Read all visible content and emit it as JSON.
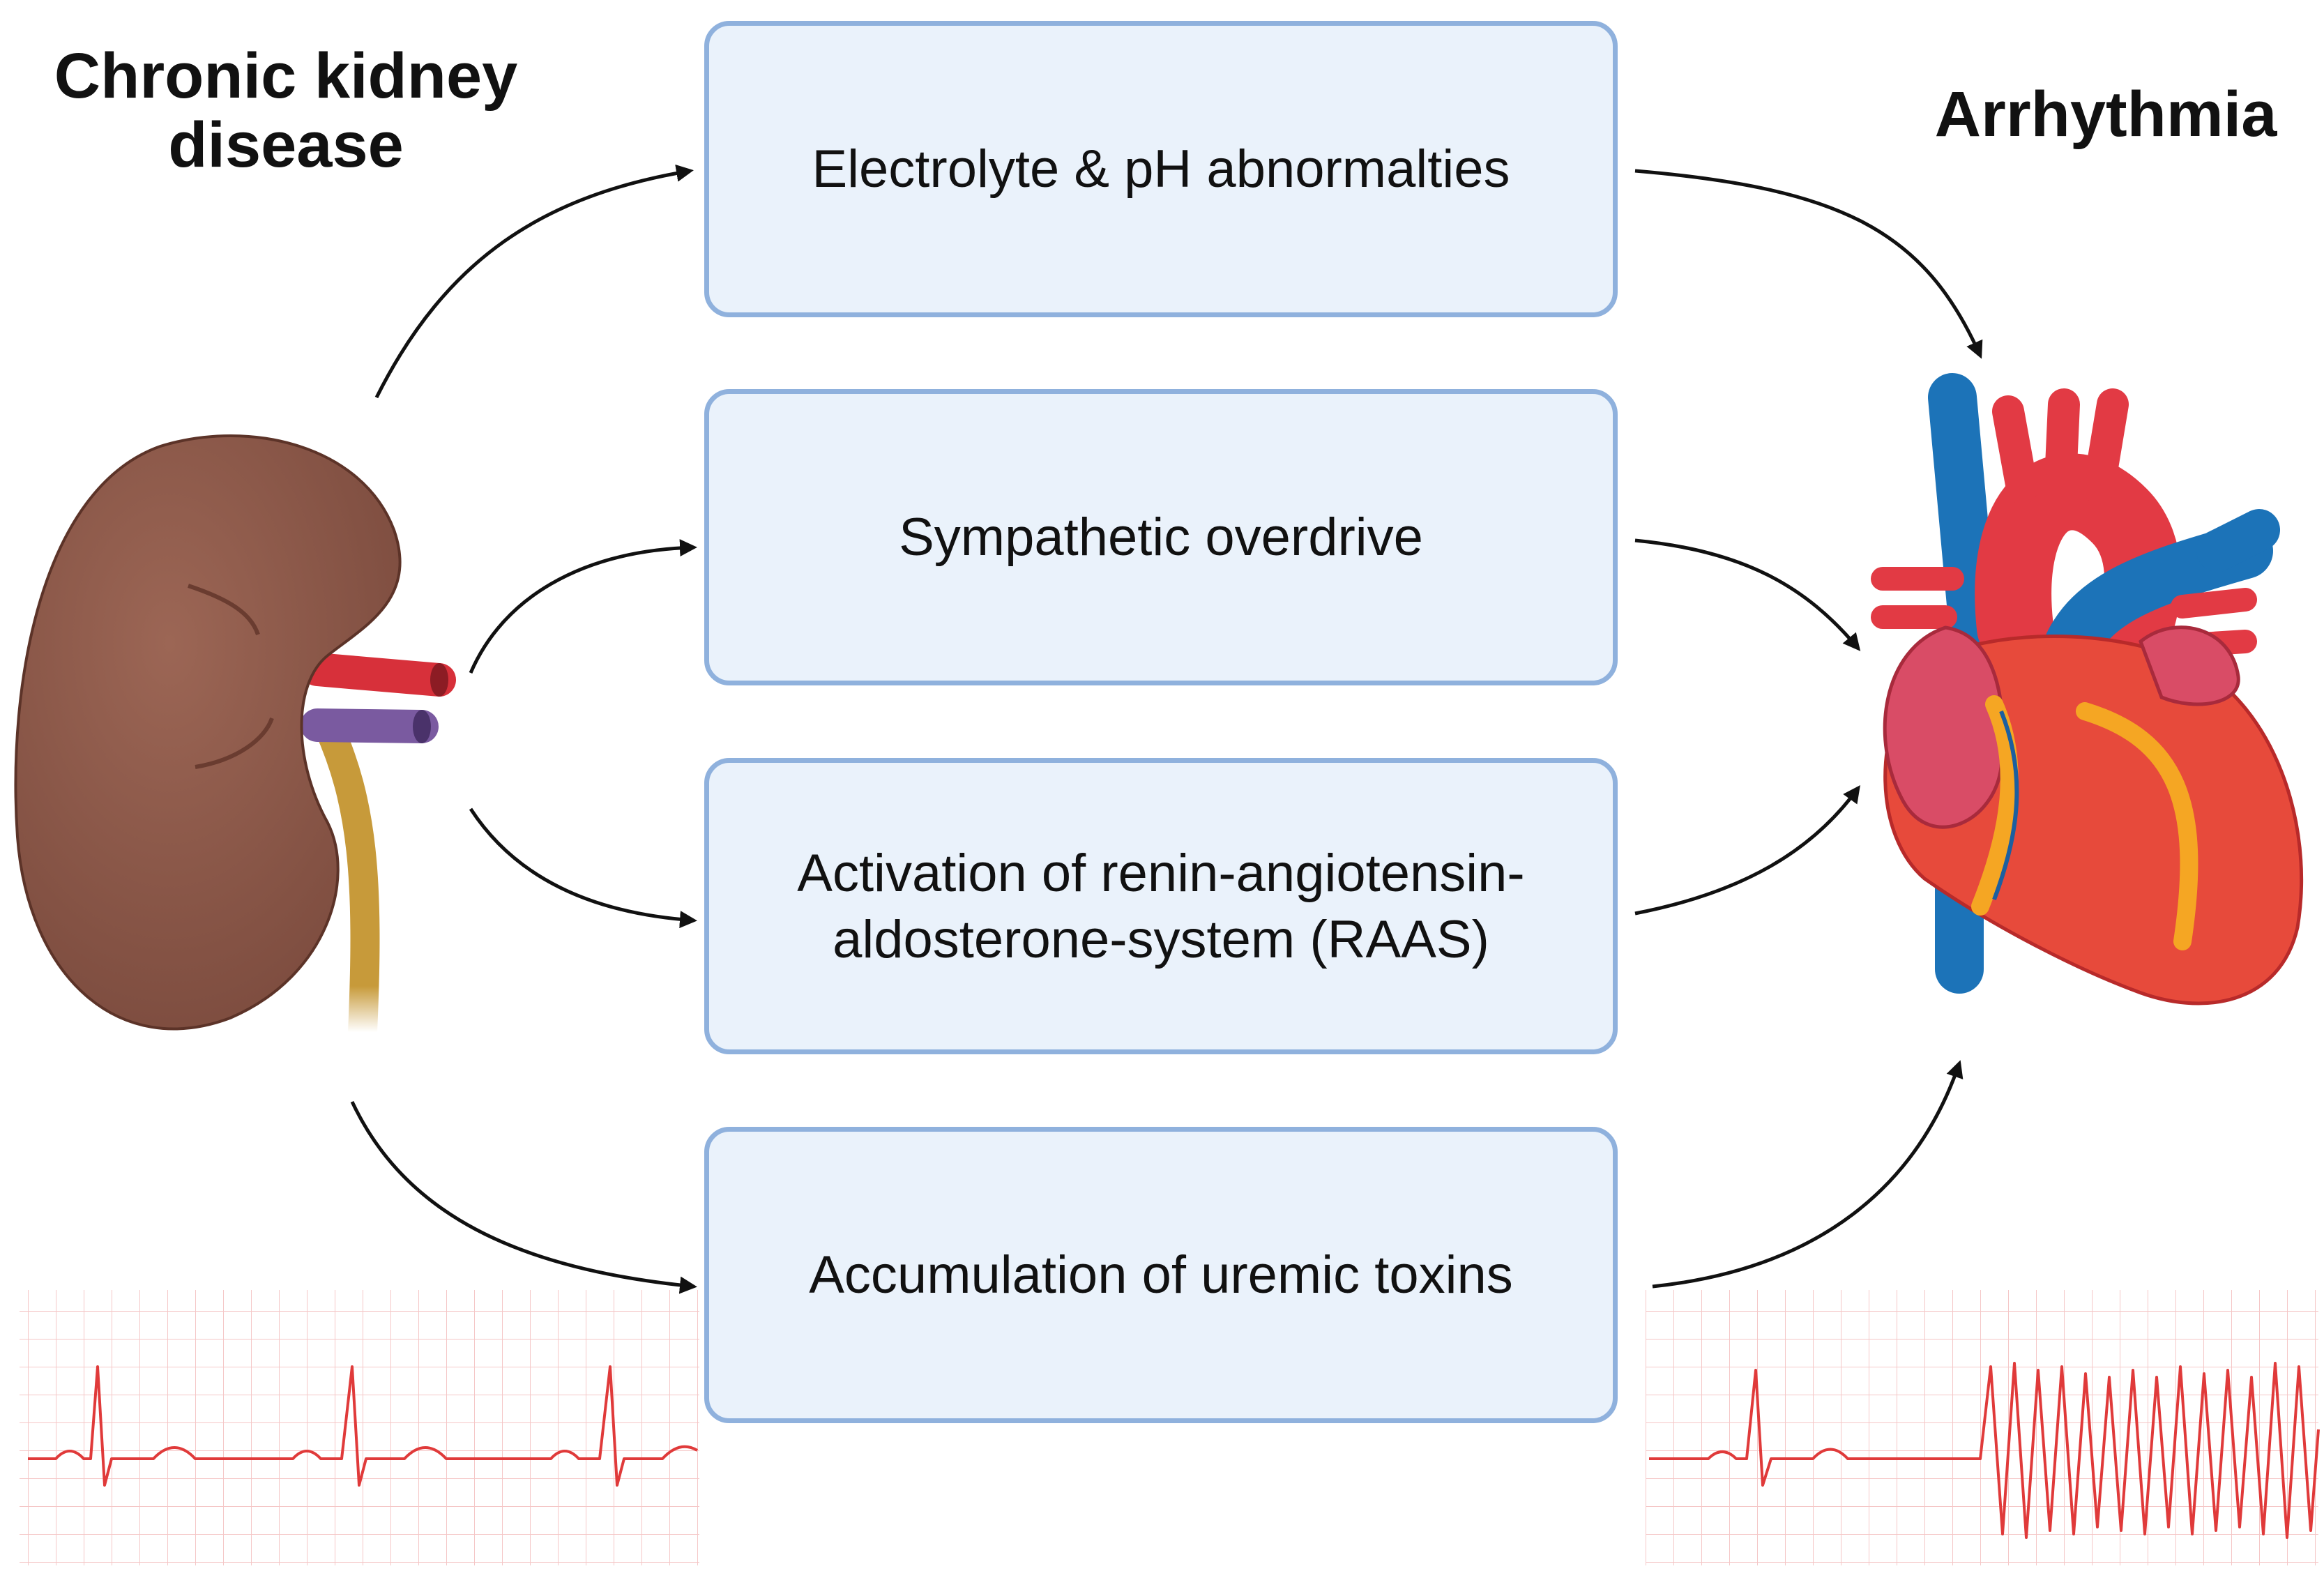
{
  "left_title": "Chronic kidney disease",
  "right_title": "Arrhythmia",
  "mechanisms": [
    {
      "label": "Electrolyte & pH abnormalties"
    },
    {
      "label": "Sympathetic overdrive"
    },
    {
      "label": "Activation of renin-angiotensin-aldosterone-system (RAAS)"
    },
    {
      "label": "Accumulation of uremic toxins"
    }
  ],
  "icons": {
    "left": "kidney-icon",
    "right": "heart-icon",
    "ecg_left": "normal-ecg-strip",
    "ecg_right": "arrhythmia-ecg-strip"
  },
  "colors": {
    "box_fill": "#eaf2fb",
    "box_border": "#8fb1dd",
    "kidney": "#8b5a4a",
    "artery": "#d7303a",
    "vein": "#7a5aa0",
    "ureter": "#c79a3a",
    "heart": "#e74a3b",
    "vessel_blue": "#1c73b8",
    "ecg_grid": "#f5c7c7",
    "ecg_trace": "#e03a3a"
  }
}
